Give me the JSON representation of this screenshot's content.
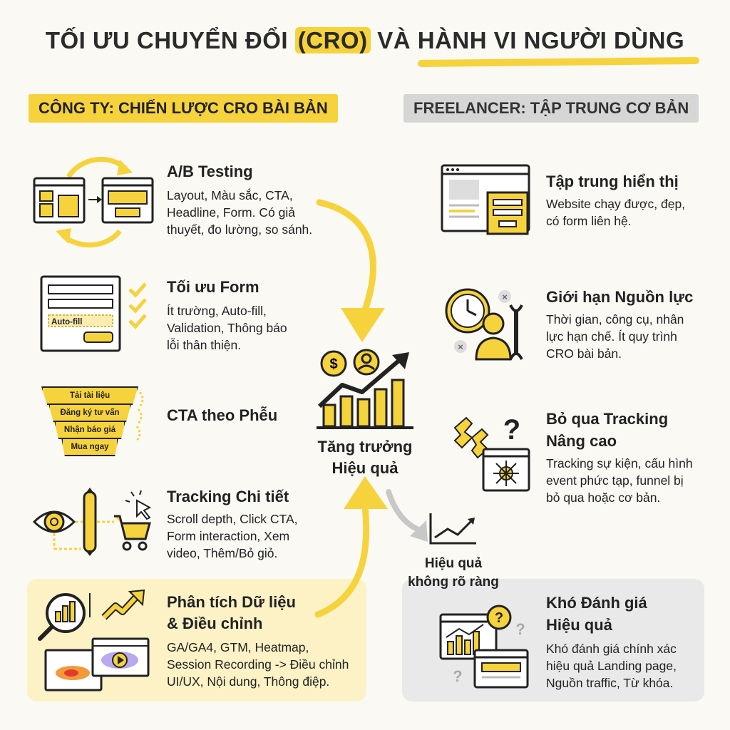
{
  "title": {
    "part1": "TỐI ƯU CHUYỂN ĐỔI",
    "highlight": "(CRO)",
    "part2": "VÀ",
    "part3": "HÀNH VI NGƯỜI DÙNG"
  },
  "left": {
    "banner": "CÔNG TY: CHIẾN LƯỢC CRO BÀI BẢN",
    "items": [
      {
        "title": "A/B Testing",
        "desc": [
          "Layout, Màu sắc, CTA,",
          "Headline, Form. Có giả",
          "thuyết, đo lường, so sánh."
        ]
      },
      {
        "title": "Tối ưu Form",
        "desc": [
          "Ít trường, Auto-fill,",
          "Validation, Thông báo",
          "lỗi thân thiện."
        ],
        "field_label": "Auto-fill"
      },
      {
        "title": "CTA theo Phễu",
        "funnel": [
          "Tải tài liệu",
          "Đăng ký tư vấn",
          "Nhận báo giá",
          "Mua ngay"
        ]
      },
      {
        "title": "Tracking Chi tiết",
        "desc": [
          "Scroll depth, Click CTA,",
          "Form interaction, Xem",
          "video, Thêm/Bỏ giỏ."
        ]
      },
      {
        "title_lines": [
          "Phân tích Dữ liệu",
          "& Điều chỉnh"
        ],
        "desc": [
          "GA/GA4, GTM, Heatmap,",
          "Session Recording -> Điều chỉnh",
          "UI/UX, Nội dung, Thông điệp."
        ]
      }
    ]
  },
  "right": {
    "banner": "FREELANCER: TẬP TRUNG CƠ BẢN",
    "items": [
      {
        "title": "Tập trung hiển thị",
        "desc": [
          "Website chạy được, đẹp,",
          "có form liên hệ."
        ]
      },
      {
        "title": "Giới hạn Nguồn lực",
        "desc": [
          "Thời gian, công cụ, nhân",
          "lực hạn chế. Ít quy trình",
          "CRO bài bản."
        ]
      },
      {
        "title_lines": [
          "Bỏ qua Tracking",
          "Nâng cao"
        ],
        "desc": [
          "Tracking sự kiện, cấu hình",
          "event phức tạp, funnel bị",
          "bỏ qua hoặc cơ bản."
        ]
      },
      {
        "title_lines": [
          "Khó Đánh giá",
          "Hiệu quả"
        ],
        "desc": [
          "Khó đánh giá chính xác",
          "hiệu quả Landing page,",
          "Nguồn traffic, Từ khóa."
        ]
      }
    ]
  },
  "center": {
    "growth": [
      "Tăng trưởng",
      "Hiệu quả"
    ],
    "unclear": [
      "Hiệu quả",
      "không rõ ràng"
    ]
  },
  "colors": {
    "accent": "#f6d33c",
    "dark": "#222222",
    "gray": "#d6d6d6"
  }
}
